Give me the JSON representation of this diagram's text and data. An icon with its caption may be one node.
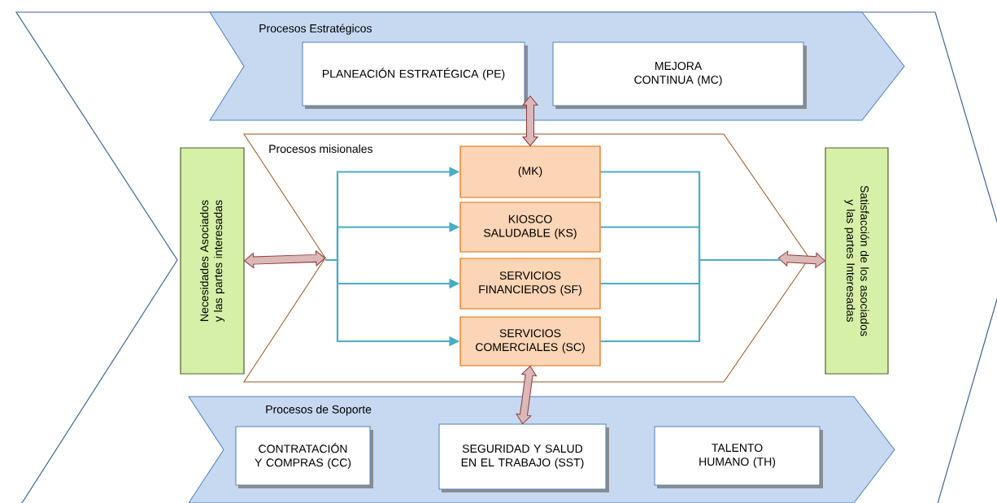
{
  "diagram": {
    "nodes": [
      {
        "text": [
          "Procesos Estratégicos"
        ]
      },
      {
        "text": [
          "PLANEACIÓN ESTRATÉGICA (PE)"
        ],
        "in": 0
      },
      {
        "text": [
          "MEJORA CONTINUA (MC)"
        ],
        "in": 0
      },
      {
        "text": [
          "Procesos misionales"
        ]
      },
      {
        "text": [
          "(MK)"
        ],
        "in": 3
      },
      {
        "text": [
          "KIOSCO SALUDABLE (KS)"
        ],
        "in": 3
      },
      {
        "text": [
          "SERVICIOS FINANCIEROS (SF)"
        ],
        "in": 3
      },
      {
        "text": [
          "SERVICIOS COMERCIALES (SC)"
        ],
        "in": 3
      },
      {
        "text": [
          "Procesos de Soporte"
        ]
      },
      {
        "text": [
          "CONTRATACIÓN Y COMPRAS (CC)"
        ],
        "in": 8
      },
      {
        "text": [
          "SEGURIDAD Y SALUD EN EL TRABAJO (SST)"
        ],
        "in": 8
      },
      {
        "text": [
          "TALENTO HUMANO (TH)"
        ],
        "in": 8
      },
      {
        "text": [
          "Necesidades Asociados y las partes interesadas"
        ]
      },
      {
        "text": [
          "Satisfacción de los asociados y las partes Interesadas"
        ]
      }
    ],
    "edges": [
      {
        "from": 12,
        "to": 3,
        "arrow": "both",
        "style": "thick",
        "color": "#943634"
      },
      {
        "from": 3,
        "to": 13,
        "arrow": "both",
        "style": "thick",
        "color": "#943634"
      },
      {
        "from": 0,
        "to": 4,
        "arrow": "both",
        "style": "thick",
        "color": "#943634"
      },
      {
        "from": 7,
        "to": 10,
        "arrow": "both",
        "style": "thick",
        "color": "#943634"
      },
      {
        "from": null,
        "to": 4,
        "arrow": "to"
      },
      {
        "from": null,
        "to": 5,
        "arrow": "to"
      },
      {
        "from": null,
        "to": 6,
        "arrow": "to"
      },
      {
        "from": null,
        "to": 7,
        "arrow": "to"
      },
      {
        "from": 4,
        "to": null,
        "arrow": "none"
      },
      {
        "from": 5,
        "to": null,
        "arrow": "none"
      },
      {
        "from": 6,
        "to": null,
        "arrow": "none"
      },
      {
        "from": 7,
        "to": null,
        "arrow": "none"
      }
    ]
  }
}
